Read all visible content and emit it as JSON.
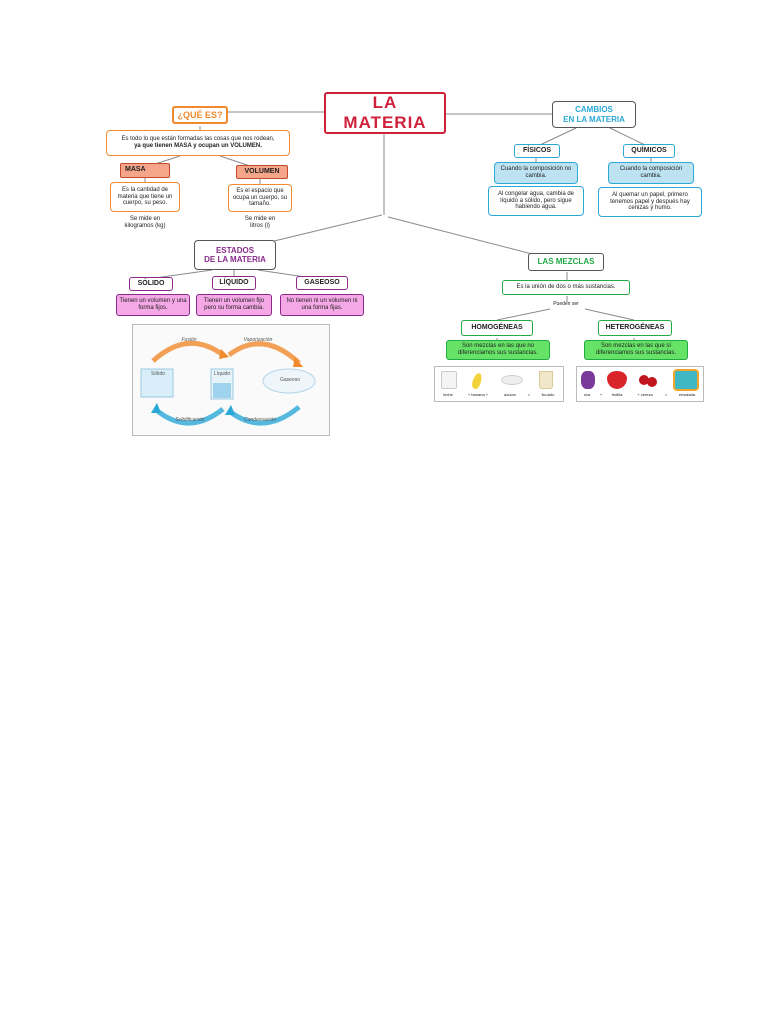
{
  "title": {
    "line1": "LA",
    "line2": "MATERIA",
    "color": "#d0213a"
  },
  "que_es": {
    "label": "¿QUÉ ES?",
    "definition_a": "Es todo lo que están formadas las cosas que nos rodean,",
    "definition_b": "ya que tienen MASA y ocupan un VOLUMEN.",
    "masa": {
      "label": "MASA",
      "desc": "Es la cantidad de materia que tiene un cuerpo, su peso.",
      "unit": "Se mide en kilogramos (kg)"
    },
    "volumen": {
      "label": "VOLUMEN",
      "desc": "Es el espacio que ocupa un cuerpo, su tamaño.",
      "unit": "Se mide en litros (l)"
    }
  },
  "cambios": {
    "label_a": "CAMBIOS",
    "label_b": "EN LA MATERIA",
    "fisicos": {
      "label": "FÍSICOS",
      "desc": "Cuando la composición no cambia.",
      "example": "Al congelar agua, cambia de líquido a sólido, pero sigue habiendo agua."
    },
    "quimicos": {
      "label": "QUÍMICOS",
      "desc": "Cuando la composición cambia.",
      "example": "Al quemar un papel, primero tenemos papel y después hay cenizas y humo."
    }
  },
  "estados": {
    "label_a": "ESTADOS",
    "label_b": "DE LA MATERIA",
    "solido": {
      "label": "SÓLIDO",
      "desc": "Tienen un volumen y una forma fijos."
    },
    "liquido": {
      "label": "LÍQUIDO",
      "desc": "Tienen un volumen fijo pero su forma cambia."
    },
    "gaseoso": {
      "label": "GASEOSO",
      "desc": "No tienen ni un volumen ni una forma fijas."
    },
    "cycle": {
      "fusion": "Fusión",
      "vaporizacion": "Vaporización",
      "solidificacion": "Solidificación",
      "condensacion": "Condensación",
      "solido": "Sólido",
      "liquido": "Líquido",
      "gaseoso": "Gaseoso"
    }
  },
  "mezclas": {
    "label": "LAS MEZCLAS",
    "definition": "Es la unión de dos o más sustancias.",
    "pueden_ser": "Pueden ser",
    "homogeneas": {
      "label": "HOMOGÉNEAS",
      "desc": "Son mezclas en las que no diferenciamos sus sustancias.",
      "items": [
        "leche",
        "+ banana +",
        "azúcar",
        "=",
        "licuado"
      ]
    },
    "heterogeneas": {
      "label": "HETEROGÉNEAS",
      "desc": "Son mezclas en las que sí diferenciamos sus sustancias.",
      "items": [
        "uva",
        "+",
        "frutilla",
        "+ cereza",
        "=",
        "ensalada"
      ]
    }
  },
  "colors": {
    "title_border": "#d0213a",
    "orange": "#f08a2c",
    "salmon": "#f4a58a",
    "blue": "#2aa8d8",
    "purple": "#8a2a8a",
    "pink": "#f5a8e6",
    "green": "#22aa44",
    "lightgreen": "#66e266"
  }
}
